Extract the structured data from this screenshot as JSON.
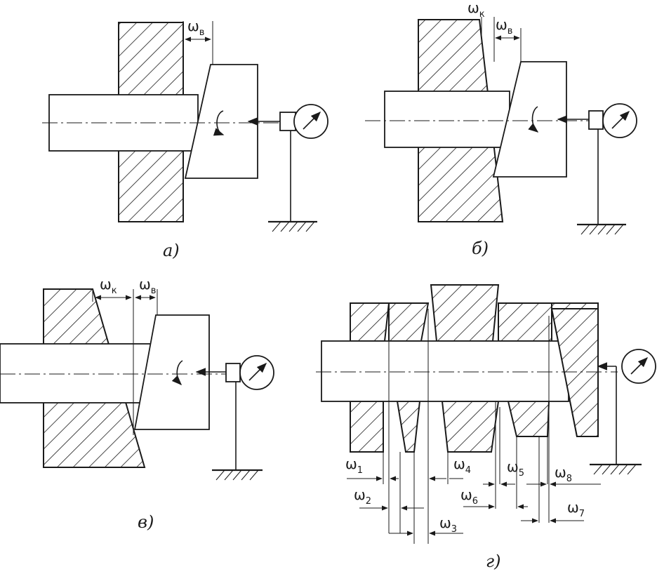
{
  "captions": {
    "a": "а)",
    "b": "б)",
    "v": "в)",
    "g": "г)"
  },
  "omega": "ω",
  "subscripts": {
    "v": "в",
    "k": "к",
    "n1": "1",
    "n2": "2",
    "n3": "3",
    "n4": "4",
    "n5": "5",
    "n6": "6",
    "n7": "7",
    "n8": "8"
  },
  "icons": [
    "rotation-arrow",
    "dial-indicator",
    "ground-support",
    "hatching"
  ]
}
